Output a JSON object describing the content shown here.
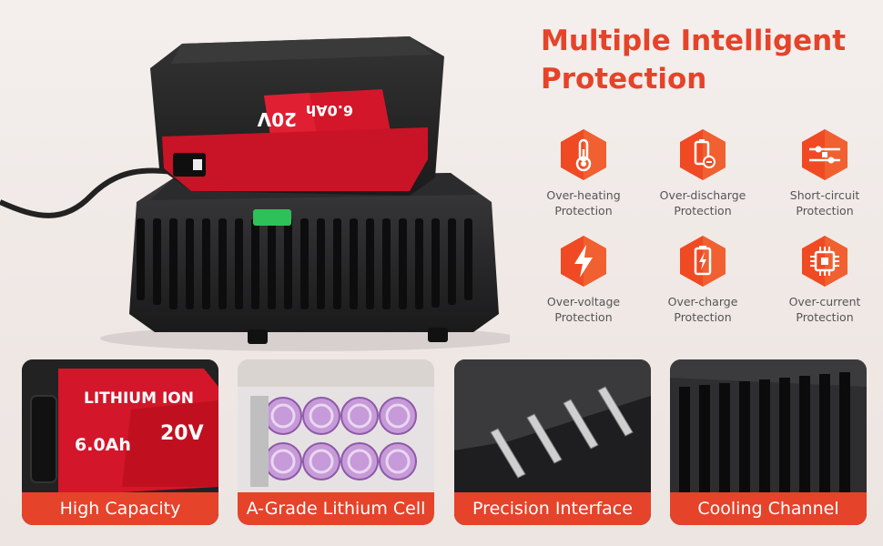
{
  "headline": {
    "line1": "Multiple Intelligent",
    "line2": "Protection"
  },
  "battery": {
    "type_label": "LITHIUM ION",
    "capacity": "6.0Ah",
    "voltage": "20V"
  },
  "features": [
    {
      "line1": "Over-heating",
      "line2": "Protection",
      "icon": "thermometer-icon"
    },
    {
      "line1": "Over-discharge",
      "line2": "Protection",
      "icon": "battery-minus-icon"
    },
    {
      "line1": "Short-circuit",
      "line2": "Protection",
      "icon": "circuit-icon"
    },
    {
      "line1": "Over-voltage",
      "line2": "Protection",
      "icon": "lightning-icon"
    },
    {
      "line1": "Over-charge",
      "line2": "Protection",
      "icon": "battery-charge-icon"
    },
    {
      "line1": "Over-current",
      "line2": "Protection",
      "icon": "chip-icon"
    }
  ],
  "panels": [
    {
      "caption": "High Capacity"
    },
    {
      "caption": "A-Grade Lithium Cell"
    },
    {
      "caption": "Precision Interface"
    },
    {
      "caption": "Cooling Channel"
    }
  ],
  "colors": {
    "accent": "#e5432a",
    "battery_red": "#d3162a",
    "body_black": "#1d1d1f"
  }
}
